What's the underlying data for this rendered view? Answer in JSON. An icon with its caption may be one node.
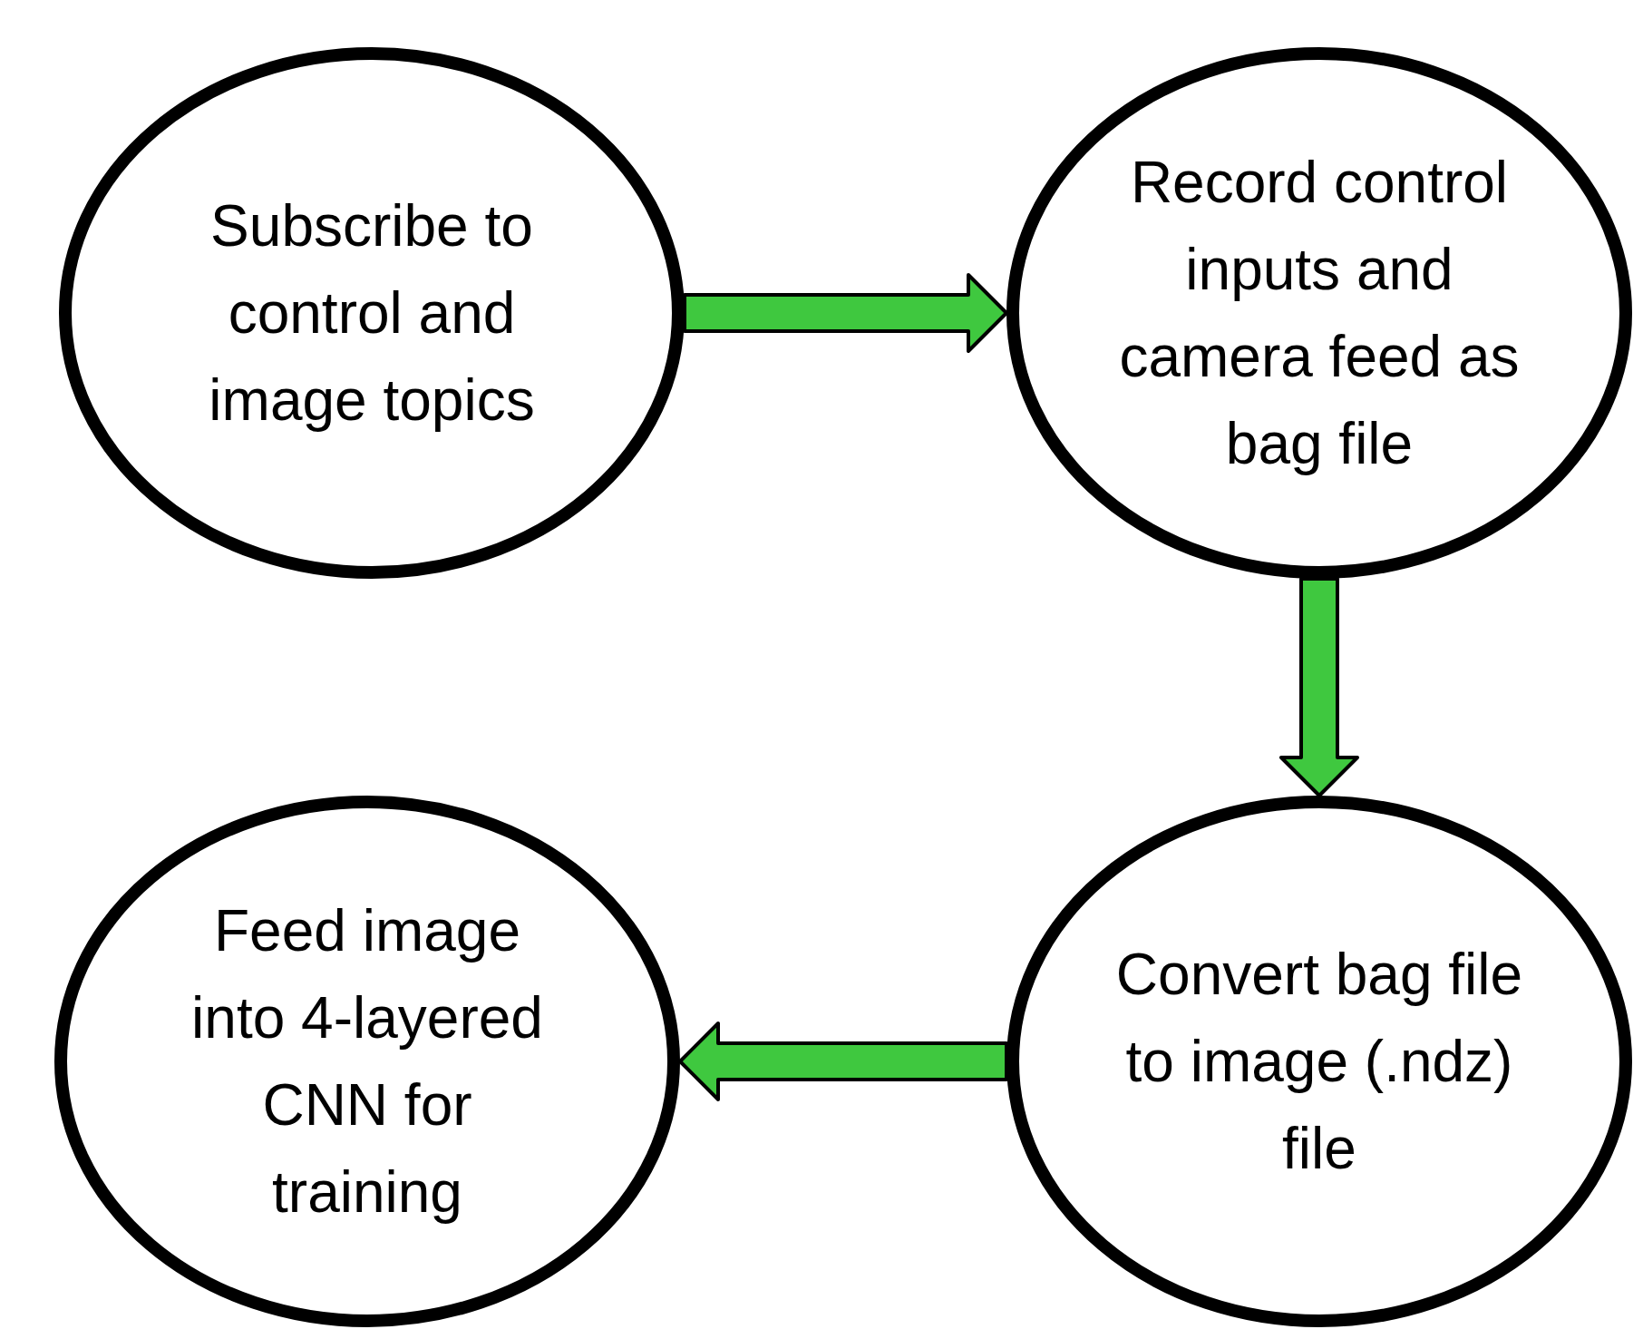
{
  "diagram": {
    "nodes": [
      {
        "text": [
          "Subscribe to control and image topics"
        ]
      },
      {
        "text": [
          "Record control inputs and camera feed as bag file"
        ]
      },
      {
        "text": [
          "Convert bag file to image (.ndz) file"
        ]
      },
      {
        "text": [
          "Feed image into 4-layered CNN for training"
        ]
      }
    ],
    "edges": [
      {
        "from": 0,
        "to": 1,
        "arrow": "to"
      },
      {
        "from": 1,
        "to": 2,
        "arrow": "to"
      },
      {
        "from": 2,
        "to": 3,
        "arrow": "to"
      }
    ]
  }
}
